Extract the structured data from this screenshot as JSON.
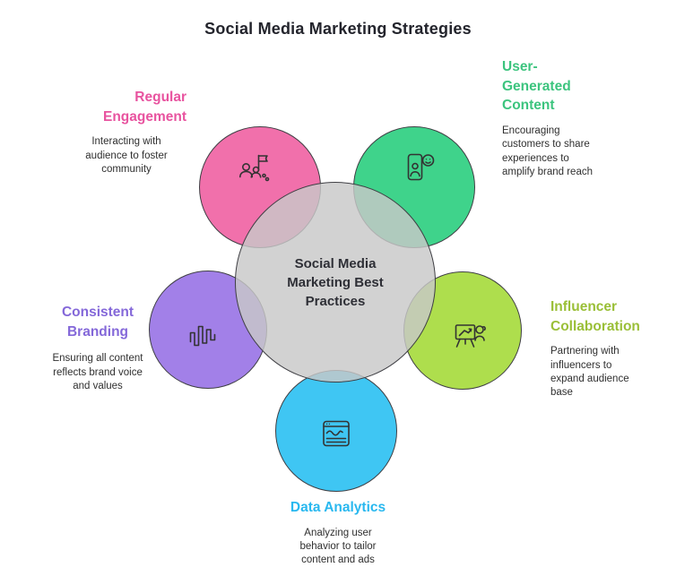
{
  "title": "Social Media Marketing Strategies",
  "center": {
    "label": "Social Media Marketing Best Practices",
    "fill": "rgba(200,200,200,0.82)",
    "border": "#3f3f44"
  },
  "nodes": [
    {
      "id": "regular-engagement",
      "label": "Regular Engagement",
      "description": "Interacting with audience to foster community",
      "circle_color": "#f170ab",
      "label_color": "#e8539f",
      "icon": "people-flag-icon"
    },
    {
      "id": "user-generated-content",
      "label": "User-Generated Content",
      "description": "Encouraging customers to share experiences to amplify brand reach",
      "circle_color": "#3fd38b",
      "label_color": "#3cc47e",
      "icon": "phone-smiley-icon"
    },
    {
      "id": "influencer-collaboration",
      "label": "Influencer Collaboration",
      "description": "Partnering with influencers to expand audience base",
      "circle_color": "#aede4d",
      "label_color": "#9abf37",
      "icon": "easel-chart-icon"
    },
    {
      "id": "data-analytics",
      "label": "Data Analytics",
      "description": "Analyzing user behavior to tailor content and ads",
      "circle_color": "#3fc6f3",
      "label_color": "#29b8ef",
      "icon": "analytics-dashboard-icon"
    },
    {
      "id": "consistent-branding",
      "label": "Consistent Branding",
      "description": "Ensuring all content reflects brand voice and values",
      "circle_color": "#a280e8",
      "label_color": "#8468d9",
      "icon": "waveform-icon"
    }
  ]
}
